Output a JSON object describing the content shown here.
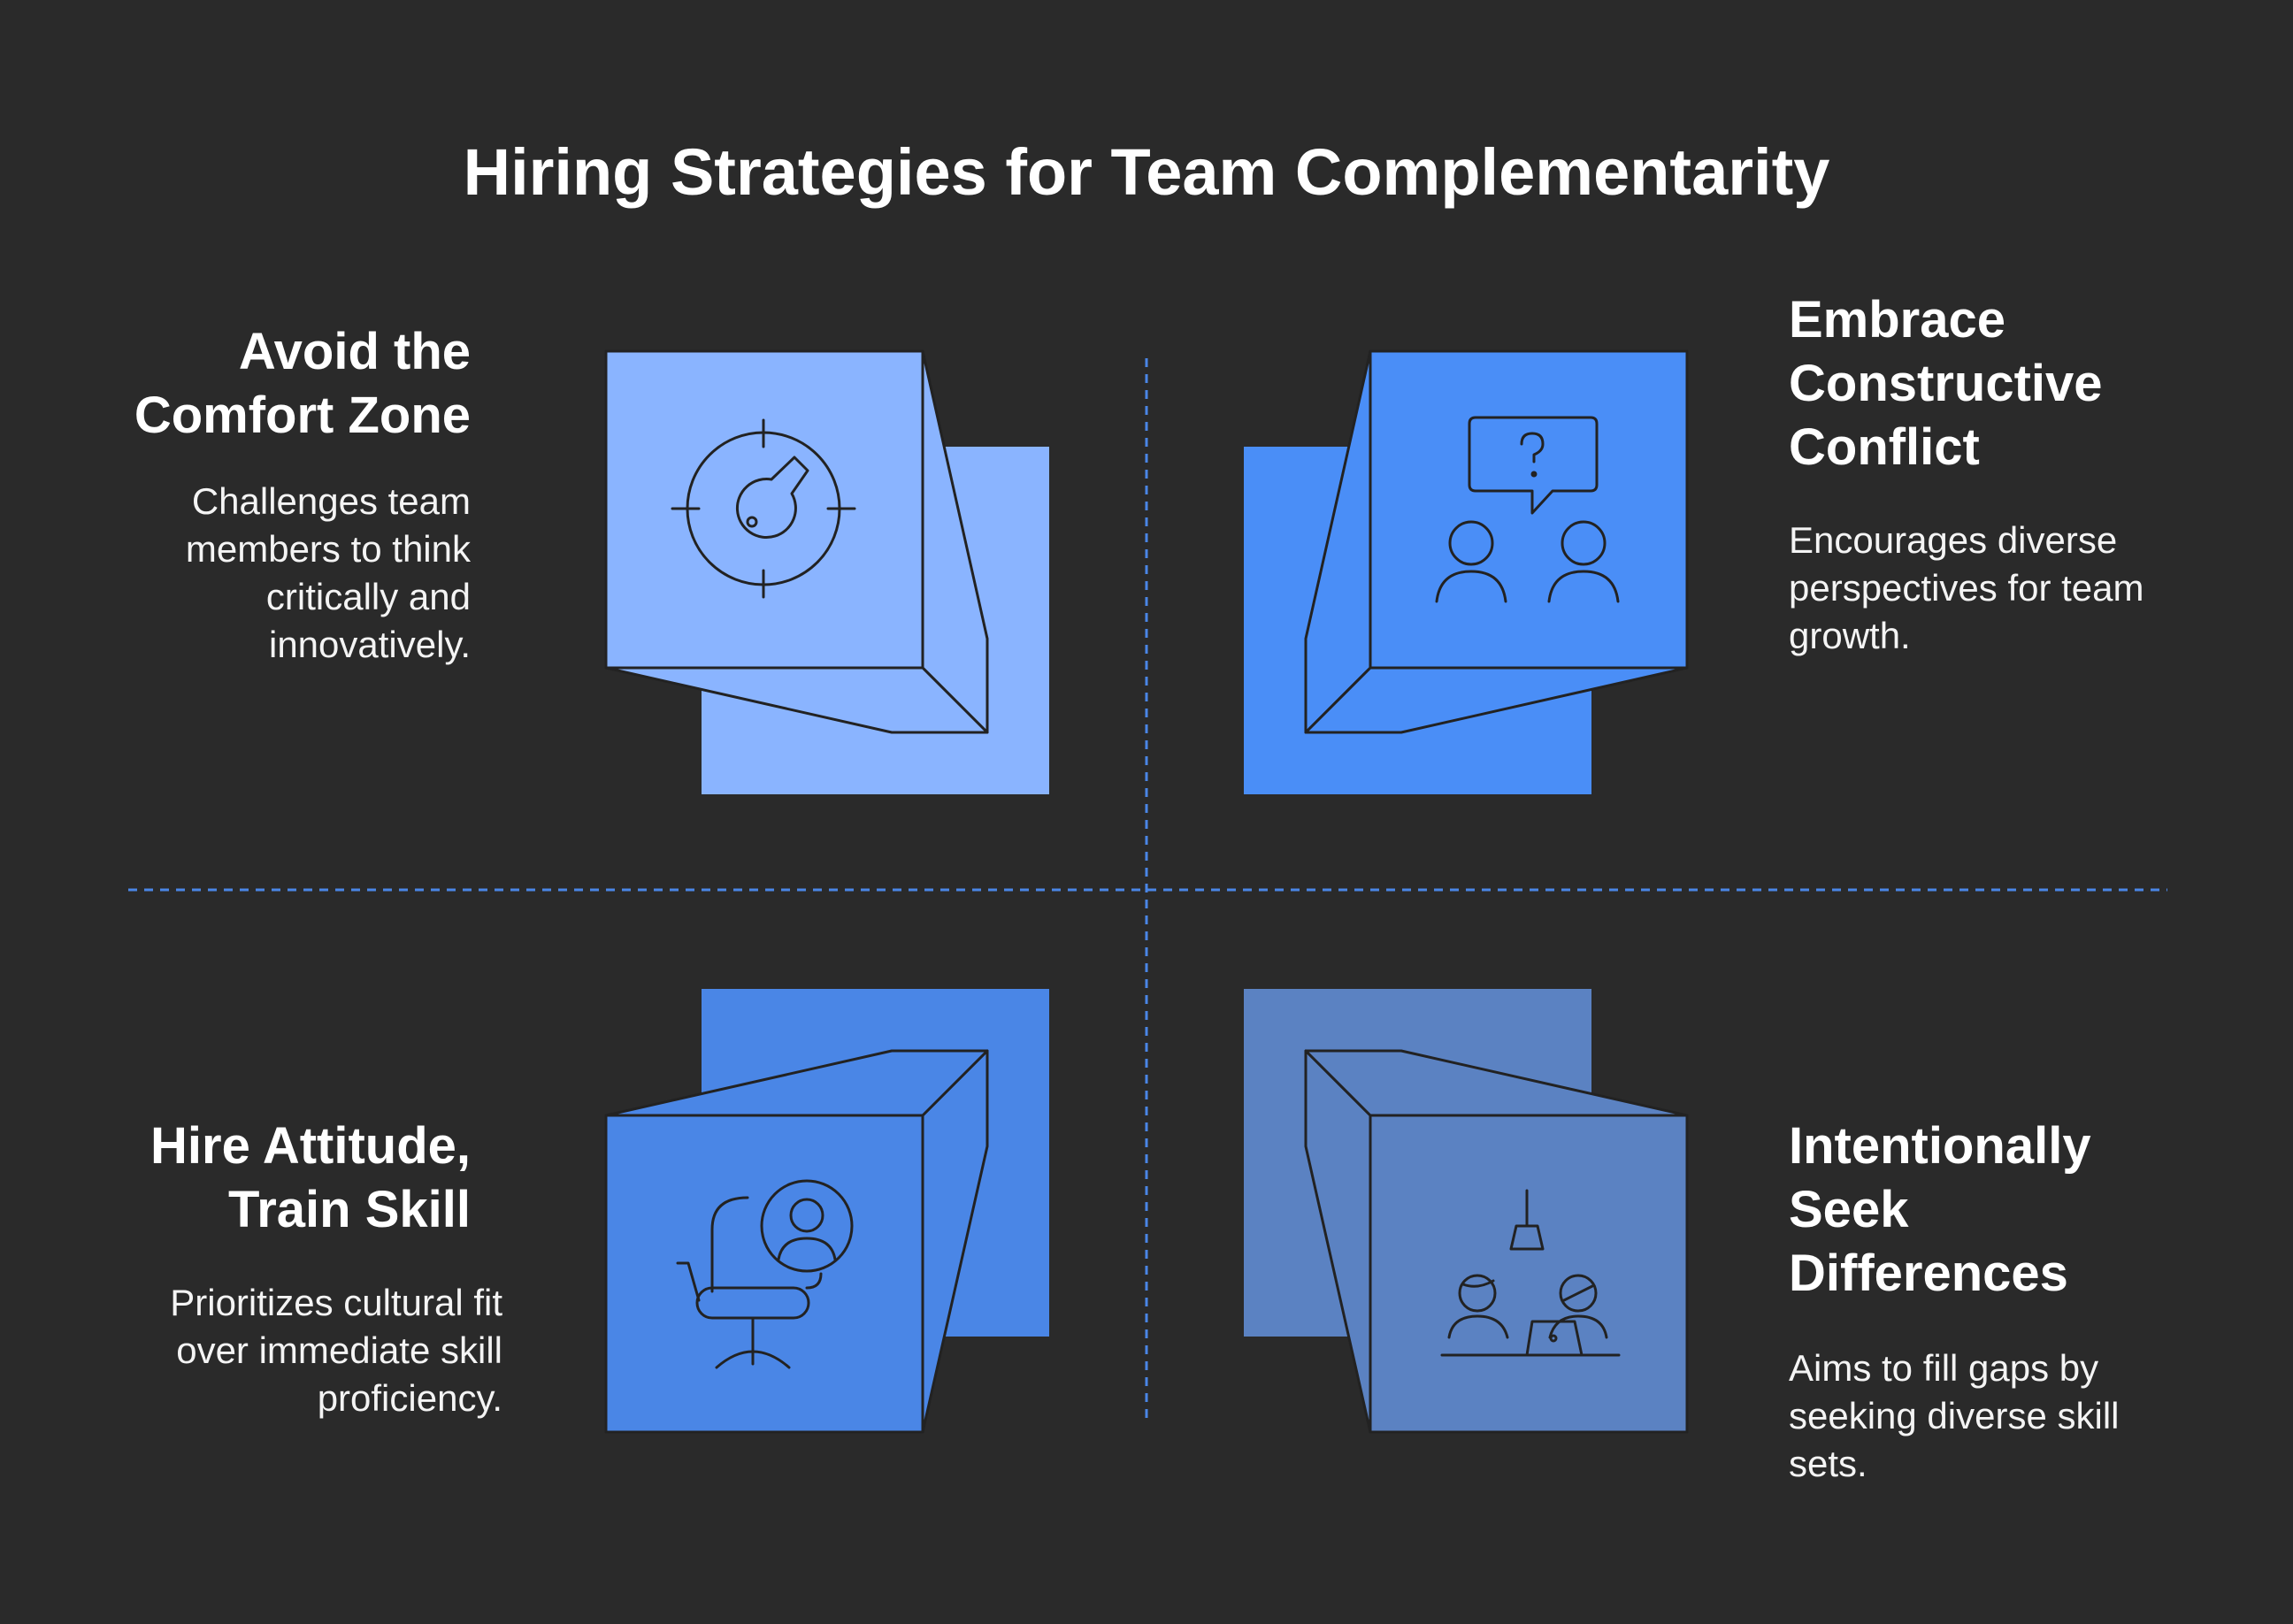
{
  "title": "Hiring Strategies for Team Complementarity",
  "quadrants": [
    {
      "heading": "Avoid the Comfort Zone",
      "description": "Challenges team members to think critically and innovatively.",
      "icon": "target-icon",
      "color": "#8ab4ff"
    },
    {
      "heading": "Embrace Constructive Conflict",
      "description": "Encourages diverse perspectives for team growth.",
      "icon": "discussion-icon",
      "color": "#4a8ef7"
    },
    {
      "heading": "Hire Attitude, Train Skill",
      "description": "Prioritizes cultural fit over immediate skill proficiency.",
      "icon": "candidate-chair-icon",
      "color": "#4a86e6"
    },
    {
      "heading": "Intentionally Seek Differences",
      "description": "Aims to fill gaps by seeking diverse skill sets.",
      "icon": "team-meeting-icon",
      "color": "#5b82c2"
    }
  ],
  "colors": {
    "background": "#2a2a2a",
    "divider": "#4a86e6",
    "outline": "#1f1f1f"
  }
}
